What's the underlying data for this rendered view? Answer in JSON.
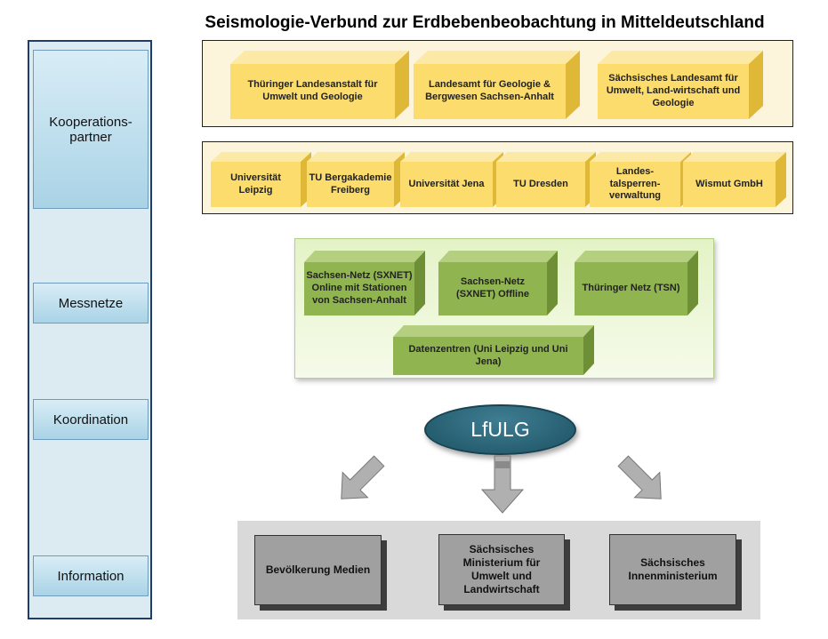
{
  "title": "Seismologie-Verbund  zur Erdbebenbeobachtung  in Mitteldeutschland",
  "sidebar": {
    "kooperationspartner": "Kooperations-\npartner",
    "messnetze": "Messnetze",
    "koordination": "Koordination",
    "information": "Information"
  },
  "partners_row1": [
    "Thüringer Landesanstalt für Umwelt und Geologie",
    "Landesamt für Geologie & Bergwesen Sachsen-Anhalt",
    "Sächsisches Landesamt für Umwelt, Land-wirtschaft und Geologie"
  ],
  "partners_row2": [
    "Universität Leipzig",
    "TU Bergakademie Freiberg",
    "Universität Jena",
    "TU Dresden",
    "Landes-talsperren-verwaltung",
    "Wismut GmbH"
  ],
  "networks": [
    "Sachsen-Netz (SXNET) Online mit Stationen von Sachsen-Anhalt",
    "Sachsen-Netz (SXNET) Offline",
    "Thüringer Netz (TSN)"
  ],
  "datacenter": "Datenzentren (Uni Leipzig und Uni Jena)",
  "coordinator": "LfULG",
  "info_targets": [
    "Bevölkerung Medien",
    "Sächsisches Ministerium für Umwelt und Landwirtschaft",
    "Sächsisches Innenministerium"
  ],
  "colors": {
    "partner_box": "#fbdc6c",
    "network_box": "#8fb450",
    "coordinator": "#1d5263",
    "info_box": "#a0a0a0"
  }
}
